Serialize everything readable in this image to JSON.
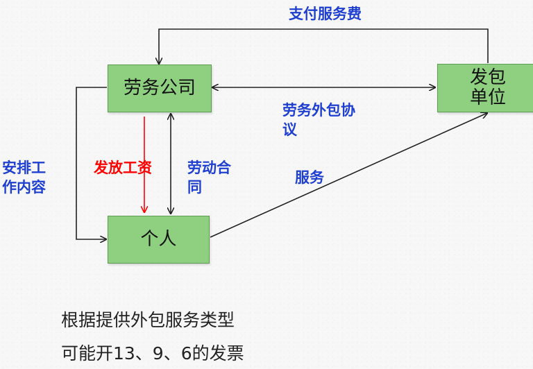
{
  "nodes": {
    "labor_company": "劳务公司",
    "contractor": "发包\n单位",
    "individual": "个人"
  },
  "edges": {
    "pay_service_fee": "支付服务费",
    "outsourcing_agreement": "劳务外包协\n议",
    "assign_work": "安排工\n作内容",
    "pay_wages": "发放工资",
    "labor_contract": "劳动合\n同",
    "service": "服务"
  },
  "notes": {
    "line1": "根据提供外包服务类型",
    "line2": "可能开13、9、6的发票"
  },
  "colors": {
    "node_fill": "#8fcf80",
    "label_blue": "#1e3fcf",
    "label_red": "#ff0000",
    "arrow": "#222222",
    "arrow_red": "#ff0000"
  }
}
